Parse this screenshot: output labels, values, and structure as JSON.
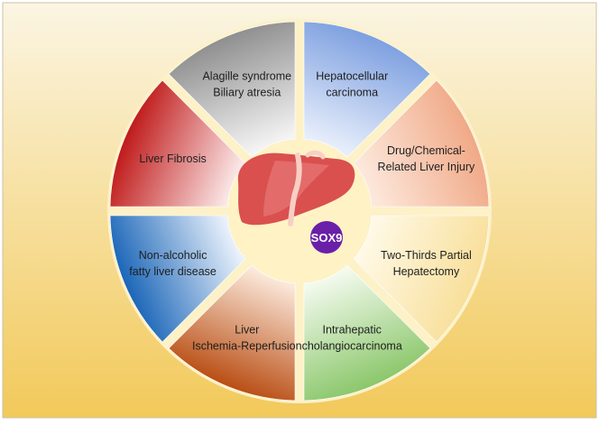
{
  "diagram": {
    "center_badge": "SOX9",
    "segments": [
      {
        "id": "alagille-biliary",
        "lines": [
          "Alagille syndrome",
          "Biliary atresia"
        ],
        "color_light": "#f4f4f4",
        "color_dark": "#8f8f8f"
      },
      {
        "id": "hepatocellular-carcinoma",
        "lines": [
          "Hepatocellular",
          "carcinoma"
        ],
        "color_light": "#e7eefb",
        "color_dark": "#7ea0e0"
      },
      {
        "id": "drug-chemical-injury",
        "lines": [
          "Drug/Chemical-",
          "Related Liver Injury"
        ],
        "color_light": "#fde8dc",
        "color_dark": "#f0a987"
      },
      {
        "id": "two-thirds-hepatectomy",
        "lines": [
          "Two-Thirds Partial",
          "Hepatectomy"
        ],
        "color_light": "#fff9e6",
        "color_dark": "#f8df9a"
      },
      {
        "id": "intrahepatic-cholangiocarcinoma",
        "lines": [
          "Intrahepatic",
          "cholangiocarcinoma"
        ],
        "color_light": "#f3faee",
        "color_dark": "#8bc76b"
      },
      {
        "id": "liver-ischemia-reperfusion",
        "lines": [
          "Liver",
          "Ischemia-Reperfusion"
        ],
        "color_light": "#fbe8da",
        "color_dark": "#b94e14"
      },
      {
        "id": "nafld",
        "lines": [
          "Non-alcoholic",
          "fatty liver disease"
        ],
        "color_light": "#e9f1fb",
        "color_dark": "#1b66b8"
      },
      {
        "id": "liver-fibrosis",
        "lines": [
          "Liver Fibrosis"
        ],
        "color_light": "#fbe6e6",
        "color_dark": "#c01a1a"
      }
    ],
    "colors": {
      "background_top": "#fbf5e2",
      "background_bottom": "#f2c95a",
      "center_fill": "#fff3c6",
      "ring_fill": "#fdf1c8",
      "liver": "#d85150",
      "badge": "#6a1fa8"
    }
  }
}
